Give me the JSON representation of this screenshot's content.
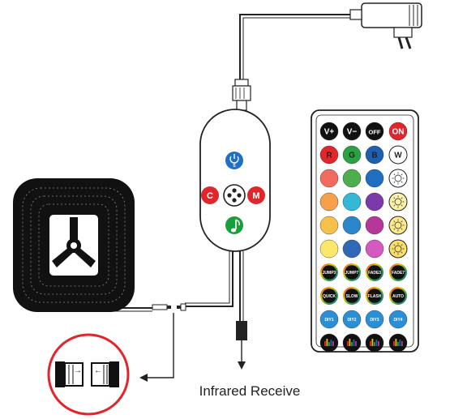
{
  "caption": "Infrared Receive",
  "controller": {
    "buttons": [
      {
        "name": "power-speed-button",
        "label": "",
        "icon": "power-speed-icon",
        "color": "#1f6fc4"
      },
      {
        "name": "c-button",
        "label": "C",
        "color": "#e0252b"
      },
      {
        "name": "mode-button",
        "label": "",
        "icon": "dots-icon",
        "color": "#ffffff"
      },
      {
        "name": "m-button",
        "label": "M",
        "color": "#e0252b"
      },
      {
        "name": "music-button",
        "label": "",
        "icon": "music-note-icon",
        "color": "#1a9e3c"
      }
    ]
  },
  "remote": {
    "rows": [
      [
        {
          "label": "V+",
          "color": "#111111",
          "text": "#ffffff"
        },
        {
          "label": "V−",
          "color": "#111111",
          "text": "#ffffff"
        },
        {
          "label": "OFF",
          "color": "#111111",
          "text": "#ffffff"
        },
        {
          "label": "ON",
          "color": "#e0252b",
          "text": "#ffffff"
        }
      ],
      [
        {
          "label": "R",
          "color": "#e0252b",
          "text": "#222222"
        },
        {
          "label": "G",
          "color": "#2aa243",
          "text": "#222222"
        },
        {
          "label": "B",
          "color": "#1d5fb0",
          "text": "#222222"
        },
        {
          "label": "W",
          "color": "#ffffff",
          "text": "#222222"
        }
      ],
      [
        {
          "label": "",
          "color": "#f26b5e"
        },
        {
          "label": "",
          "color": "#4cae4c"
        },
        {
          "label": "",
          "color": "#1e6fc1"
        },
        {
          "label": "",
          "color": "#ffffff",
          "icon": "sun-icon"
        }
      ],
      [
        {
          "label": "",
          "color": "#f5a04a"
        },
        {
          "label": "",
          "color": "#35b7d6"
        },
        {
          "label": "",
          "color": "#7b3aa8"
        },
        {
          "label": "",
          "color": "#fbf2a8",
          "icon": "sun-icon"
        }
      ],
      [
        {
          "label": "",
          "color": "#f7c04a"
        },
        {
          "label": "",
          "color": "#2a86c8"
        },
        {
          "label": "",
          "color": "#b5379a"
        },
        {
          "label": "",
          "color": "#fbe98a",
          "icon": "sun-icon"
        }
      ],
      [
        {
          "label": "",
          "color": "#fbe86a"
        },
        {
          "label": "",
          "color": "#2f68b6"
        },
        {
          "label": "",
          "color": "#d55ac0"
        },
        {
          "label": "",
          "color": "#f9de6a",
          "icon": "sun-icon"
        }
      ],
      [
        {
          "label": "JUMP3",
          "color": "#111111",
          "text": "#ffffff",
          "ring": "rainbow"
        },
        {
          "label": "JUMP7",
          "color": "#111111",
          "text": "#ffffff",
          "ring": "rainbow"
        },
        {
          "label": "FADE3",
          "color": "#111111",
          "text": "#ffffff",
          "ring": "rainbow"
        },
        {
          "label": "FADE7",
          "color": "#111111",
          "text": "#ffffff",
          "ring": "rainbow"
        }
      ],
      [
        {
          "label": "QUICK",
          "color": "#111111",
          "text": "#ffffff",
          "ring": "rainbow"
        },
        {
          "label": "SLOW",
          "color": "#111111",
          "text": "#ffffff",
          "ring": "rainbow"
        },
        {
          "label": "FLASH",
          "color": "#111111",
          "text": "#ffffff",
          "ring": "rainbow"
        },
        {
          "label": "AUTO",
          "color": "#111111",
          "text": "#ffffff",
          "ring": "rainbow"
        }
      ],
      [
        {
          "label": "DIY1",
          "color": "#2a8fd6",
          "text": "#ffffff"
        },
        {
          "label": "DIY2",
          "color": "#2a8fd6",
          "text": "#ffffff"
        },
        {
          "label": "DIY3",
          "color": "#2a8fd6",
          "text": "#ffffff"
        },
        {
          "label": "DIY4",
          "color": "#2a8fd6",
          "text": "#ffffff"
        }
      ],
      [
        {
          "label": "",
          "color": "#111111",
          "icon": "music-bars-icon"
        },
        {
          "label": "",
          "color": "#111111",
          "icon": "music-bars-icon"
        },
        {
          "label": "",
          "color": "#111111",
          "icon": "music-bars-icon"
        },
        {
          "label": "",
          "color": "#111111",
          "icon": "music-bars-icon"
        }
      ]
    ]
  },
  "colors": {
    "line": "#222222",
    "inset_circle": "#e0252b"
  }
}
